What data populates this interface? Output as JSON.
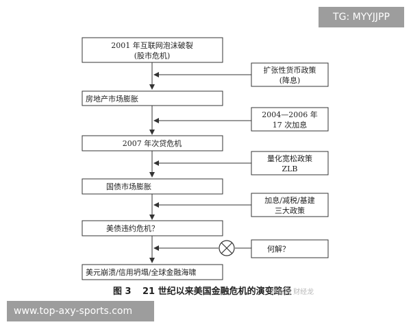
{
  "watermark_top": "TG: MYYJJPP",
  "watermark_bottom": "www.top-axy-sports.com",
  "caption": {
    "number": "图 3",
    "title": "21 世纪以来美国金融危机的演变路径"
  },
  "credit": "财新网 财经龙",
  "main_boxes": [
    {
      "lines": [
        "2001 年互联网泡沫破裂",
        "(股市危机)"
      ]
    },
    {
      "lines": [
        "房地产市场膨胀"
      ]
    },
    {
      "lines": [
        "2007 年次贷危机"
      ]
    },
    {
      "lines": [
        "国债市场膨胀"
      ]
    },
    {
      "lines": [
        "美债违约危机？"
      ]
    },
    {
      "lines": [
        "美元崩溃/信用坍塌/全球金融海啸"
      ]
    }
  ],
  "side_boxes": [
    {
      "lines": [
        "扩张性货币政策",
        "(降息)"
      ]
    },
    {
      "lines": [
        "2004—2006 年",
        "17 次加息"
      ]
    },
    {
      "lines": [
        "量化宽松政策",
        "ZLB"
      ]
    },
    {
      "lines": [
        "加息/减税/基建",
        "三大政策"
      ]
    },
    {
      "lines": [
        "何解？"
      ]
    }
  ],
  "stop_symbol_icon": "circle-x-icon"
}
